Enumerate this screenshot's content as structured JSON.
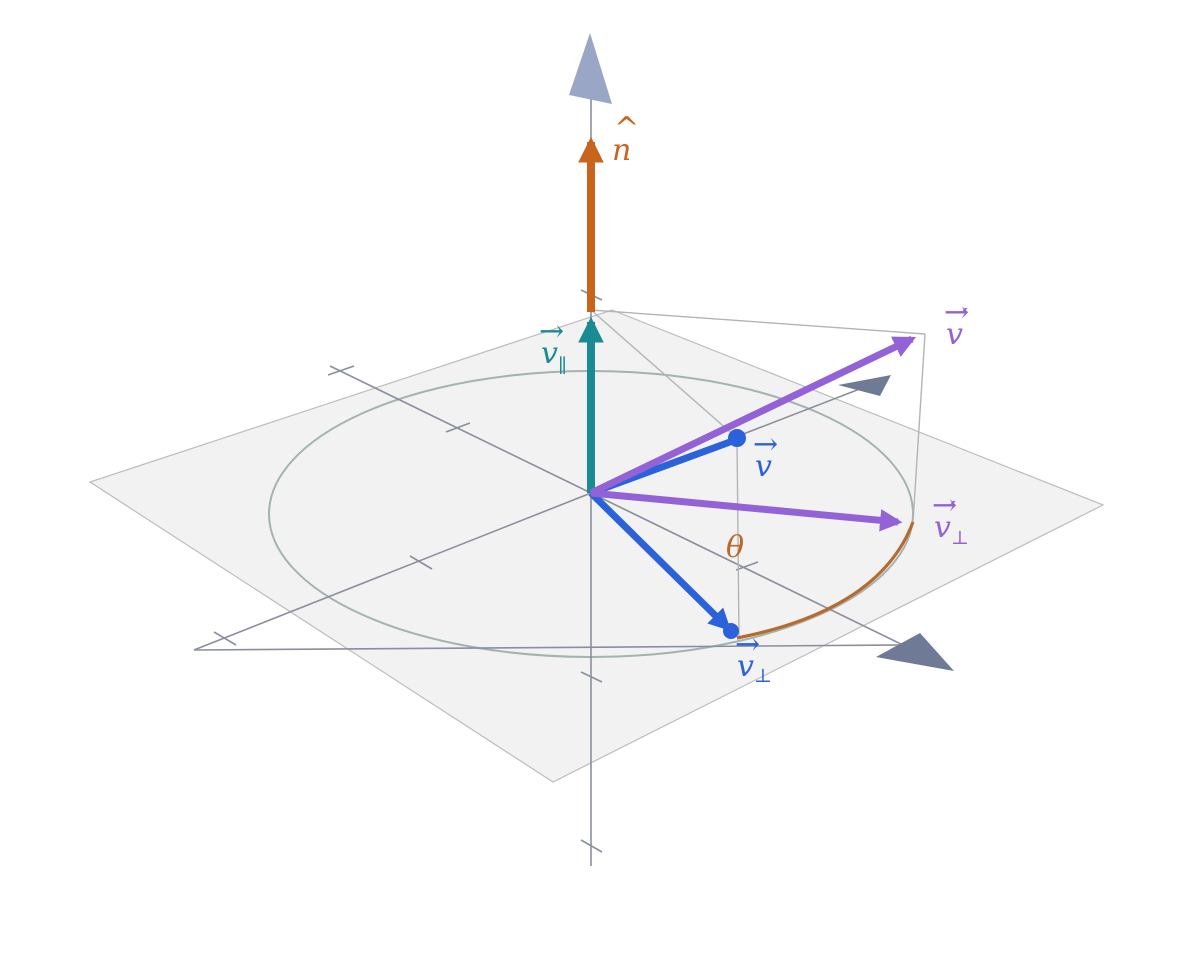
{
  "diagram": {
    "colors": {
      "background": "#ffffff",
      "plane_fill": "#f2f2f2",
      "plane_edge": "#bdbdbd",
      "axis": "#8a8f9c",
      "axis_arrow": "#6f7b96",
      "axis_arrow_top": "#9aa6c6",
      "circle": "#a3b3b0",
      "guide": "#b4b4b4",
      "normal": "#c8641c",
      "parallel": "#1a8a95",
      "vector": "#2b62d9",
      "rotated": "#9262d6",
      "angle": "#b86a2c"
    },
    "icons": [
      "normal-vector-arrow",
      "parallel-component-arrow",
      "vector-v-arrow",
      "perpendicular-component-arrow",
      "rotated-vector-arrow",
      "rotated-perpendicular-arrow",
      "angle-arc"
    ],
    "labels": {
      "n_hat": {
        "base": "n",
        "mark": "^"
      },
      "v_parallel": {
        "base": "v",
        "mark": "→",
        "sub": "∥"
      },
      "v": {
        "base": "v",
        "mark": "→"
      },
      "v_perp": {
        "base": "v",
        "mark": "→",
        "sub": "⊥"
      },
      "v_prime": {
        "base": "v",
        "mark": "→",
        "prime": "′"
      },
      "v_perp_prime": {
        "base": "v",
        "mark": "→",
        "prime": "′",
        "sub": "⊥"
      },
      "theta": "θ"
    }
  }
}
